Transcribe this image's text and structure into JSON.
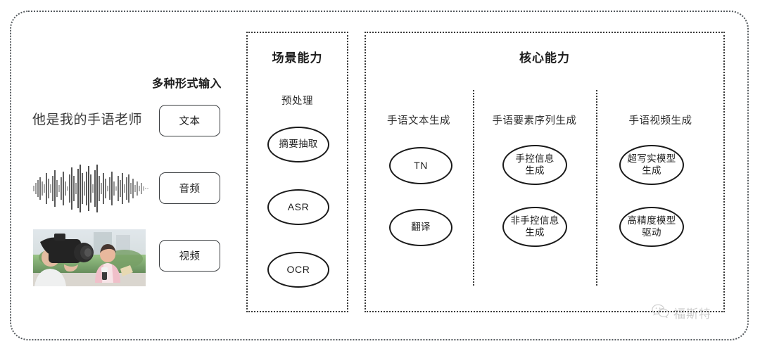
{
  "frame": {
    "border_color": "#555a5e"
  },
  "input_section": {
    "heading": "多种形式输入",
    "sample_text": "他是我的手语老师",
    "chips": [
      {
        "label": "文本",
        "modality": "text"
      },
      {
        "label": "音频",
        "modality": "audio"
      },
      {
        "label": "视频",
        "modality": "video"
      }
    ],
    "media": [
      {
        "name": "audio-waveform-thumbnail",
        "kind": "waveform"
      },
      {
        "name": "video-thumbnail",
        "kind": "photo",
        "description": "摄像机拍摄出镜记者"
      }
    ]
  },
  "scene_capability": {
    "title": "场景能力",
    "subtitle": "预处理",
    "nodes": [
      {
        "label": "摘要抽取",
        "script": "cjk"
      },
      {
        "label": "ASR",
        "script": "latin"
      },
      {
        "label": "OCR",
        "script": "latin"
      }
    ]
  },
  "core_capability": {
    "title": "核心能力",
    "columns": [
      {
        "label": "手语文本生成",
        "nodes": [
          {
            "label": "TN",
            "script": "latin"
          },
          {
            "label": "翻译",
            "script": "cjk"
          }
        ]
      },
      {
        "label": "手语要素序列生成",
        "nodes": [
          {
            "label": "手控信息\n生成",
            "script": "cjk"
          },
          {
            "label": "非手控信息\n生成",
            "script": "cjk"
          }
        ]
      },
      {
        "label": "手语视频生成",
        "nodes": [
          {
            "label": "超写实模型\n生成",
            "script": "cjk"
          },
          {
            "label": "高精度模型\n驱动",
            "script": "cjk"
          }
        ]
      }
    ]
  },
  "watermark": {
    "text": "福斯特",
    "icon": "wechat-icon",
    "color": "#8a8a8a"
  }
}
